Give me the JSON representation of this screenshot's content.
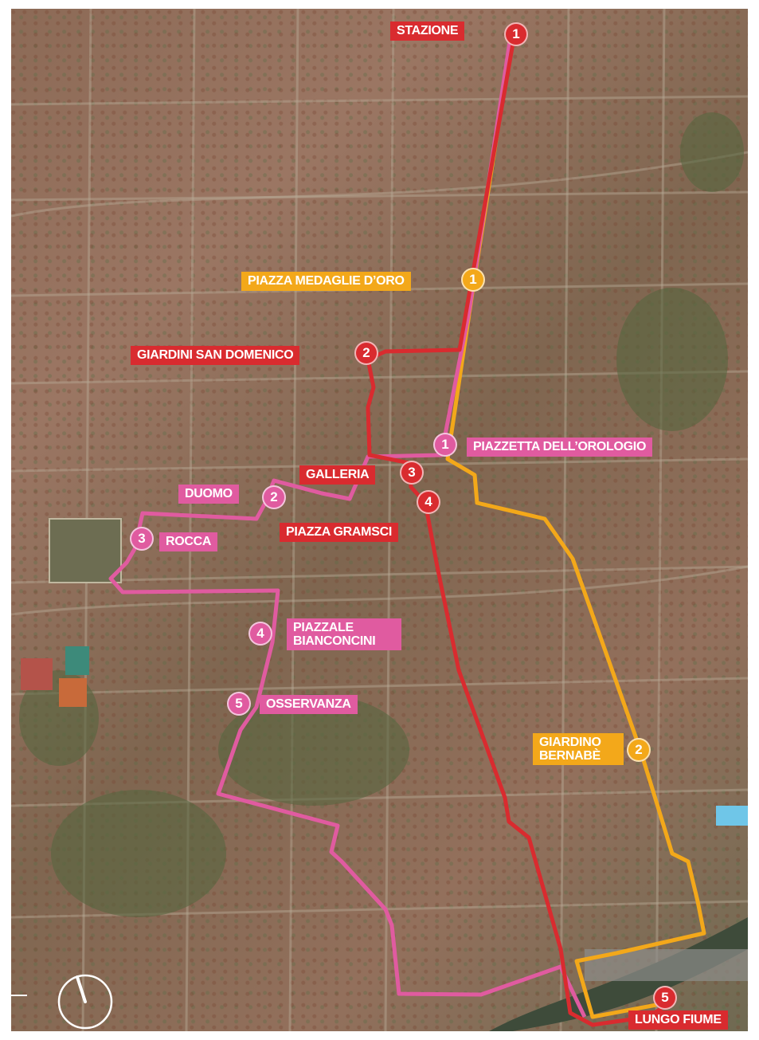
{
  "map": {
    "colors": {
      "red_route": "#d92b2f",
      "pink_route": "#e05ba0",
      "yellow_route": "#f3a81a"
    },
    "compass": {
      "icon": "compass-icon"
    },
    "labels": {
      "stazione": "STAZIONE",
      "piazza_medaglie": "PIAZZA MEDAGLIE D’ORO",
      "giardini_san_domenico": "GIARDINI SAN DOMENICO",
      "piazzetta_orologio": "PIAZZETTA DELL’OROLOGIO",
      "galleria": "GALLERIA",
      "duomo": "DUOMO",
      "piazza_gramsci": "PIAZZA GRAMSCI",
      "rocca": "ROCCA",
      "piazzale_bianconcini": "PIAZZALE BIANCONCINI",
      "osservanza": "OSSERVANZA",
      "giardino_bernabe": "GIARDINO BERNABÈ",
      "lungo_fiume": "LUNGO FIUME"
    },
    "markers": {
      "red_1": "1",
      "red_2": "2",
      "red_3": "3",
      "red_4": "4",
      "red_5": "5",
      "yellow_1": "1",
      "yellow_2": "2",
      "pink_1": "1",
      "pink_2": "2",
      "pink_3": "3",
      "pink_4": "4",
      "pink_5": "5"
    }
  }
}
